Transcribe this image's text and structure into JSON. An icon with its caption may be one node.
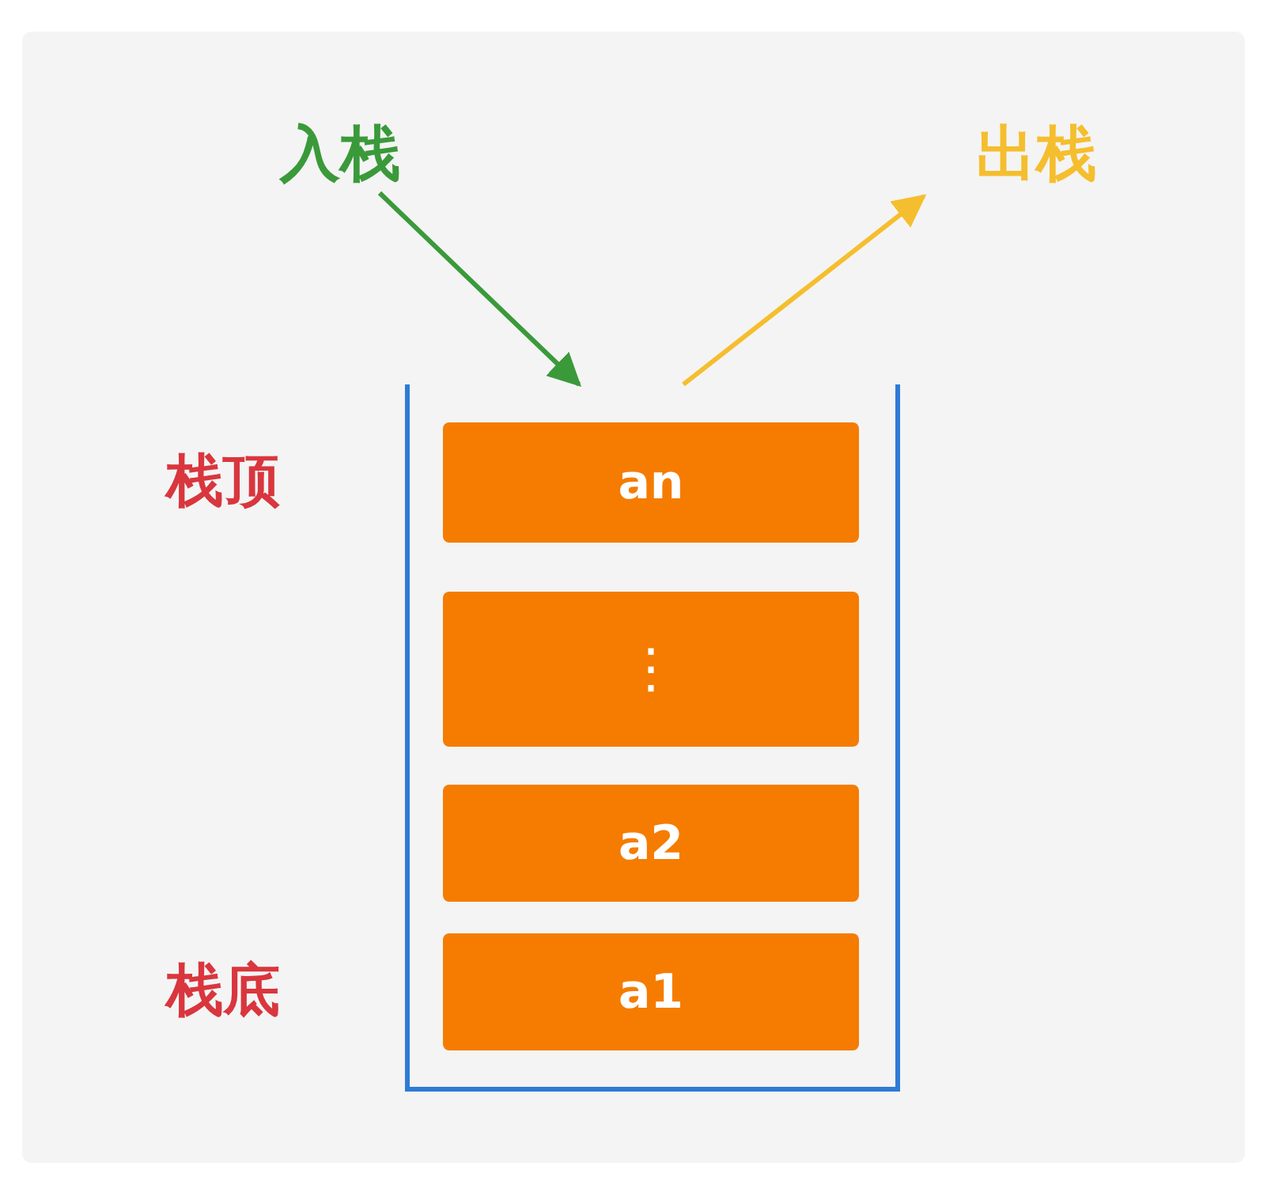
{
  "diagram": {
    "nodes": [
      {
        "text": [
          "入栈"
        ]
      },
      {
        "text": [
          "出栈"
        ]
      },
      {
        "text": [],
        "shape": "box"
      },
      {
        "text": [
          "an"
        ],
        "in": 2,
        "beside": [
          "栈顶"
        ]
      },
      {
        "text": [
          "⋮"
        ],
        "in": 2
      },
      {
        "text": [
          "a2"
        ],
        "in": 2
      },
      {
        "text": [
          "a1"
        ],
        "in": 2,
        "beside": [
          "栈底"
        ]
      }
    ],
    "edges": [
      {
        "from": 0,
        "to": 2,
        "arrow": "to",
        "color": "#3a9a3a"
      },
      {
        "from": 2,
        "to": 1,
        "arrow": "to",
        "color": "#f5be2e"
      }
    ]
  }
}
